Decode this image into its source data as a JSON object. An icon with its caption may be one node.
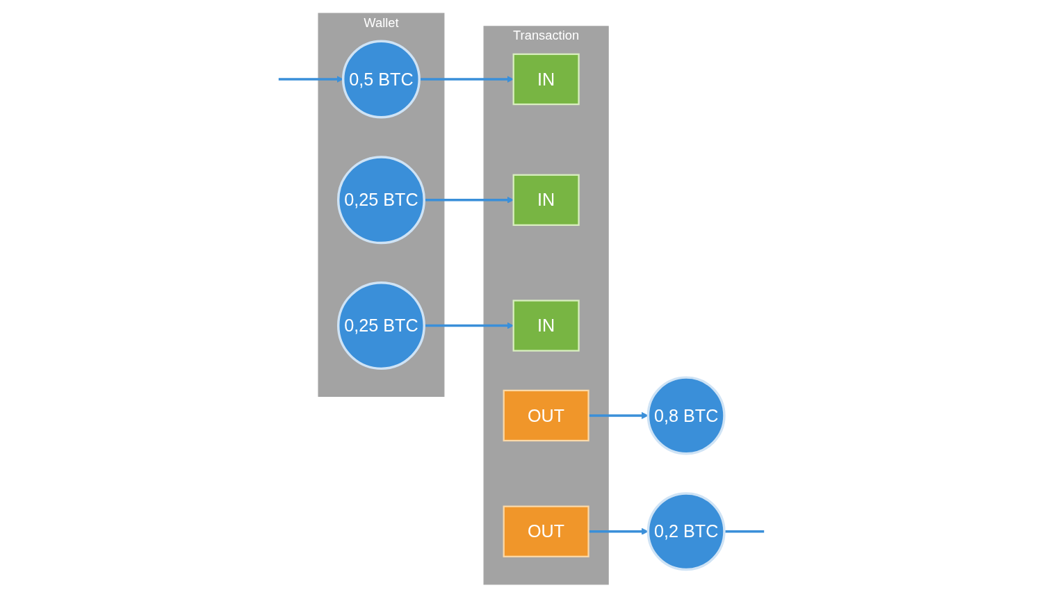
{
  "diagram": {
    "nodes": [
      {
        "text": [
          "Wallet"
        ]
      },
      {
        "text": [
          "0,5 BTC"
        ],
        "in": 0
      },
      {
        "text": [
          "0,25 BTC"
        ],
        "in": 0
      },
      {
        "text": [
          "0,25 BTC"
        ],
        "in": 0
      },
      {
        "text": [
          "Transaction"
        ]
      },
      {
        "text": [
          "IN"
        ],
        "in": 4
      },
      {
        "text": [
          "IN"
        ],
        "in": 4
      },
      {
        "text": [
          "IN"
        ],
        "in": 4
      },
      {
        "text": [
          "OUT"
        ],
        "in": 4
      },
      {
        "text": [
          "OUT"
        ],
        "in": 4
      },
      {
        "text": [
          "0,8 BTC"
        ]
      },
      {
        "text": [
          "0,2 BTC"
        ]
      }
    ],
    "edges": [
      {
        "from": null,
        "to": 1,
        "arrow": "to"
      },
      {
        "from": 1,
        "to": 5,
        "arrow": "to"
      },
      {
        "from": 2,
        "to": 6,
        "arrow": "to"
      },
      {
        "from": 3,
        "to": 7,
        "arrow": "to"
      },
      {
        "from": 8,
        "to": 10,
        "arrow": "to"
      },
      {
        "from": 9,
        "to": 11,
        "arrow": "to"
      },
      {
        "from": 11,
        "to": null,
        "arrow": "none"
      }
    ]
  }
}
